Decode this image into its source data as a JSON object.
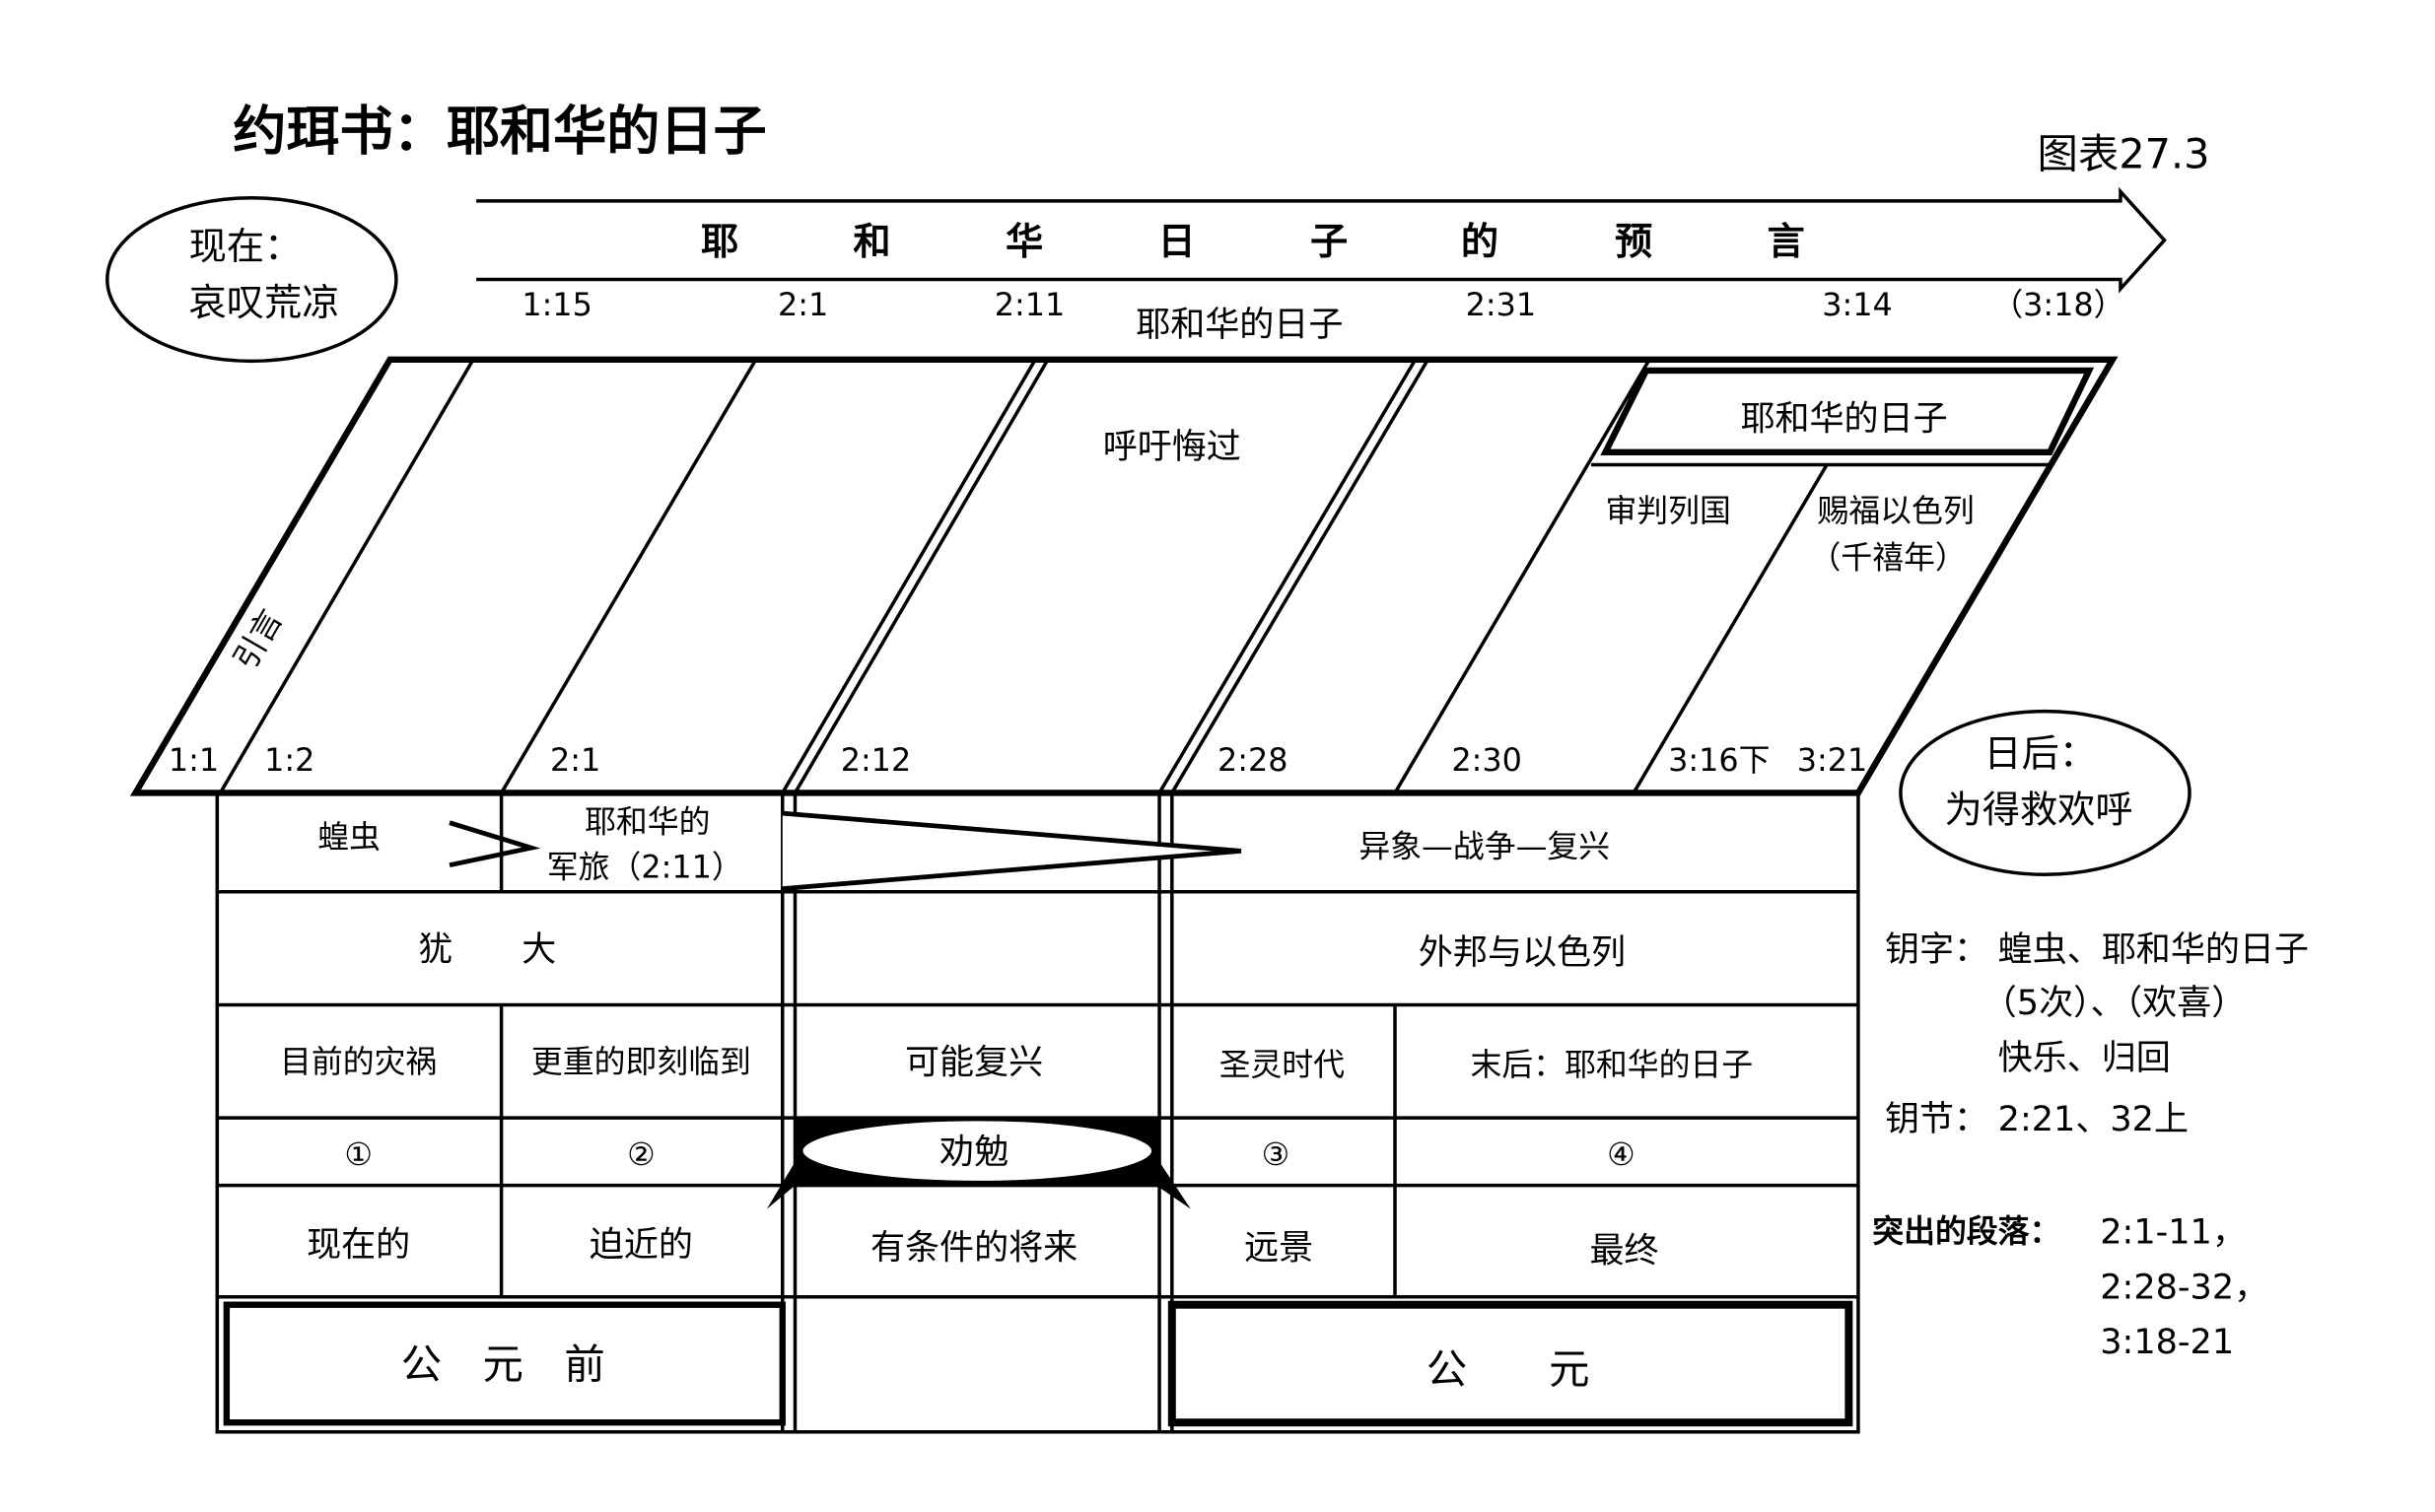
{
  "title": "约珥书：耶和华的日子",
  "chart_number": "图表27.3",
  "now_ellipse": {
    "line1": "现在：",
    "line2": "哀叹荒凉"
  },
  "later_ellipse": {
    "line1": "日后：",
    "line2": "为得救欢呼"
  },
  "arrow": {
    "chars": [
      "耶",
      "和",
      "华",
      "日",
      "子",
      "的",
      "预",
      "言"
    ],
    "verses": [
      "1:15",
      "2:1",
      "2:11",
      "2:31",
      "3:14",
      "（3:18）"
    ],
    "sub_label": "耶和华的日子"
  },
  "parallelogram": {
    "intro": "引言",
    "call": "呼吁悔过",
    "day_box": "耶和华的日子",
    "judge": "审判列国",
    "bless": "赐福以色列",
    "millennium": "（千禧年）",
    "verses": [
      "1:1",
      "1:2",
      "2:1",
      "2:12",
      "2:28",
      "2:30",
      "3:16下",
      "3:21"
    ]
  },
  "table": {
    "locust": "蝗虫",
    "army_line1": "耶和华的",
    "army_line2": "军旅（2:11）",
    "vision": "异象—战争—复兴",
    "judah": "犹　　大",
    "nations": "外邦与以色列",
    "row3": [
      "目前的灾祸",
      "更重的即刻临到",
      "可能复兴",
      "圣灵时代",
      "末后：耶和华的日子"
    ],
    "nums": [
      "①",
      "②",
      "③",
      "④"
    ],
    "exhort": "劝勉",
    "row5": [
      "现在的",
      "迫近的",
      "有条件的将来",
      "远景",
      "最终"
    ],
    "bc": "公　元　前",
    "ad": "公　　元"
  },
  "notes": {
    "key_words_label": "钥字：",
    "key_words": [
      "蝗虫、耶和华的日子",
      "（5次）、（欢喜）",
      "快乐、归回"
    ],
    "key_verse_label": "钥节：",
    "key_verse": "2:21、32上",
    "passages_label": "突出的段落：",
    "passages": [
      "2:1-11，",
      "2:28-32，",
      "3:18-21"
    ]
  }
}
